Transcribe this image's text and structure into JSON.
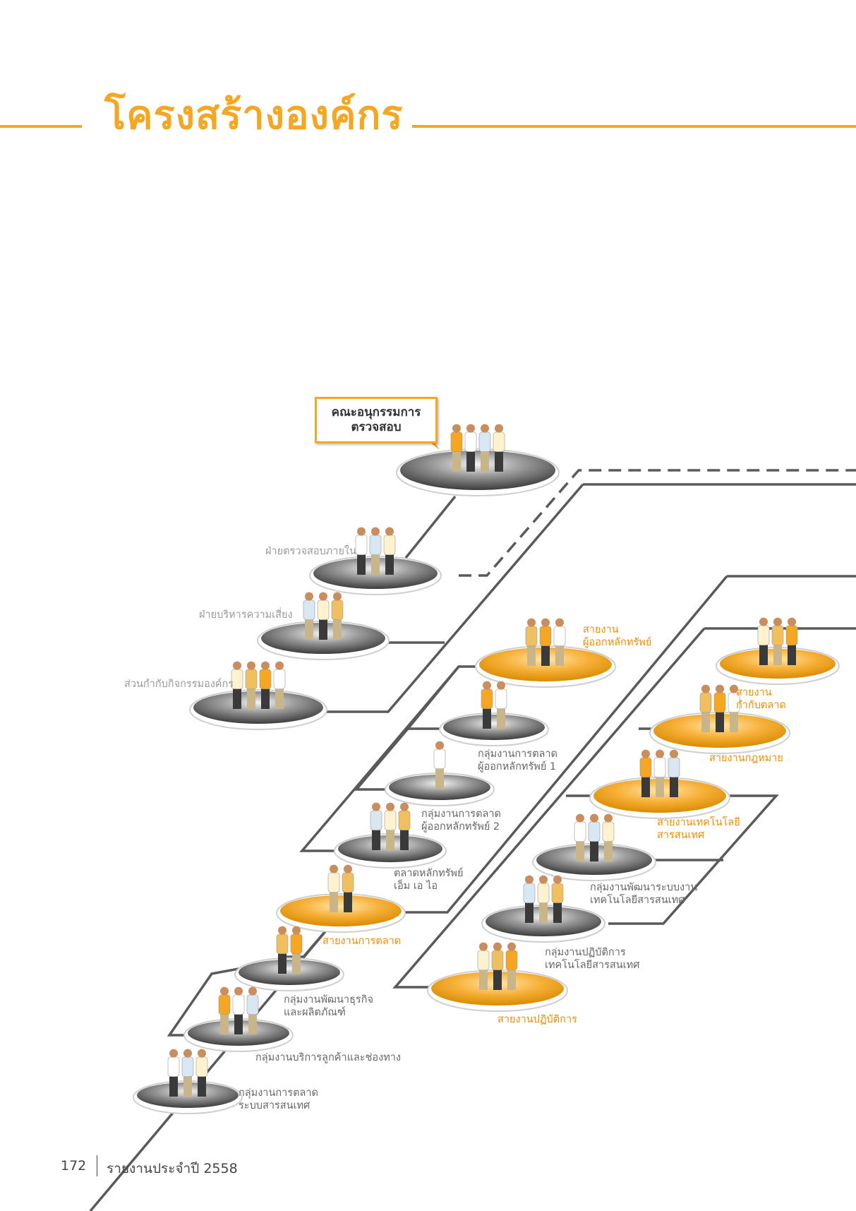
{
  "page": {
    "title": "โครงสร้างองค์กร",
    "footer": {
      "page_number": "172",
      "report_title": "รายงานประจำปี 2558"
    }
  },
  "colors": {
    "accent": "#f5a623",
    "line": "#555555",
    "gray_platform": "#6e6e6e",
    "orange_platform": "#f5a623"
  },
  "nodes": [
    {
      "id": "audit-committee",
      "label": "คณะอนุกรรมการ\nตรวจสอบ",
      "platform": "gray",
      "figures": 4
    },
    {
      "id": "internal-audit",
      "label": "ฝ่ายตรวจสอบภายใน",
      "platform": "gray",
      "figures": 3
    },
    {
      "id": "risk-management",
      "label": "ฝ่ายบริหารความเสี่ยง",
      "platform": "gray",
      "figures": 3
    },
    {
      "id": "corporate-governance",
      "label": "ส่วนกำกับกิจกรรมองค์กร",
      "platform": "gray",
      "figures": 4
    },
    {
      "id": "issuer-division",
      "label": "สายงาน\nผู้ออกหลักทรัพย์",
      "platform": "orange",
      "figures": 3
    },
    {
      "id": "issuer-marketing-1",
      "label": "กลุ่มงานการตลาด\nผู้ออกหลักทรัพย์ 1",
      "platform": "gray",
      "figures": 2
    },
    {
      "id": "issuer-marketing-2",
      "label": "กลุ่มงานการตลาด\nผู้ออกหลักทรัพย์ 2",
      "platform": "gray",
      "figures": 1
    },
    {
      "id": "mai",
      "label": "ตลาดหลักทรัพย์\nเอ็ม เอ ไอ",
      "platform": "gray",
      "figures": 3
    },
    {
      "id": "marketing-division",
      "label": "สายงานการตลาด",
      "platform": "orange",
      "figures": 2
    },
    {
      "id": "business-dev",
      "label": "กลุ่มงานพัฒนาธุรกิจ\nและผลิตภัณฑ์",
      "platform": "gray",
      "figures": 2
    },
    {
      "id": "customer-service",
      "label": "กลุ่มงานบริการลูกค้าและช่องทาง",
      "platform": "gray",
      "figures": 3
    },
    {
      "id": "it-marketing",
      "label": "กลุ่มงานการตลาด\nระบบสารสนเทศ",
      "platform": "gray",
      "figures": 3
    },
    {
      "id": "top-right",
      "label": "",
      "platform": "orange",
      "figures": 3
    },
    {
      "id": "market-supervision",
      "label": "สายงาน\nกำกับตลาด",
      "platform": "orange",
      "figures": 3
    },
    {
      "id": "legal",
      "label": "สายงานกฎหมาย",
      "platform": "orange",
      "figures": 3
    },
    {
      "id": "it-division",
      "label": "สายงานเทคโนโลยี\nสารสนเทศ",
      "platform": "orange",
      "figures": 3
    },
    {
      "id": "it-systems-dev",
      "label": "กลุ่มงานพัฒนาระบบงาน\nเทคโนโลยีสารสนเทศ",
      "platform": "gray",
      "figures": 3
    },
    {
      "id": "it-operations",
      "label": "กลุ่มงานปฏิบัติการ\nเทคโนโลยีสารสนเทศ",
      "platform": "gray",
      "figures": 3
    },
    {
      "id": "operations-division",
      "label": "สายงานปฏิบัติการ",
      "platform": "orange",
      "figures": 3
    }
  ]
}
